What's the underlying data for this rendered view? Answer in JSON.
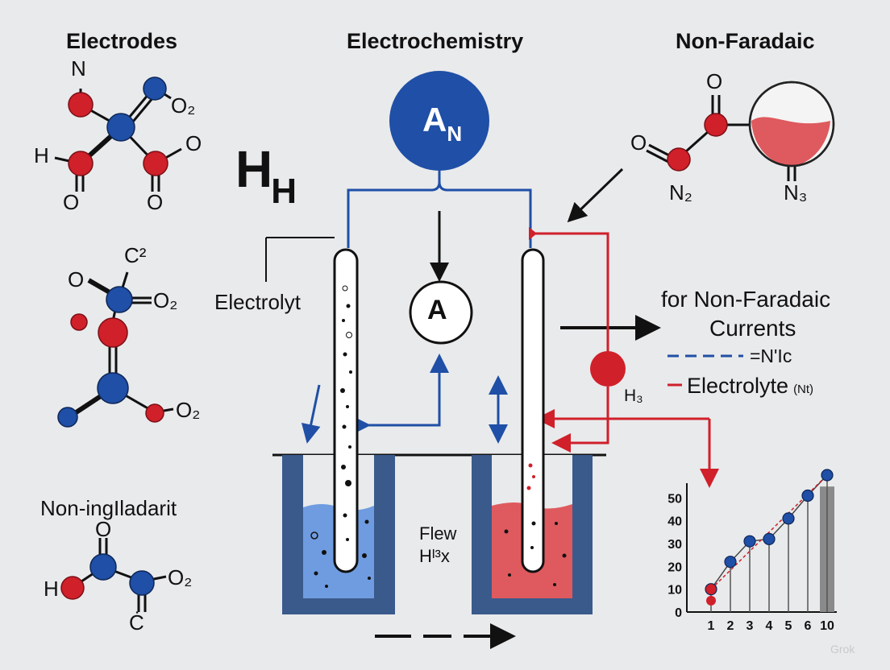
{
  "titles": {
    "electrodes": "Electrodes",
    "electrochemistry": "Electrochemistry",
    "non_faradaic": "Non-Faradaic",
    "non_ingl": "Non-ingIladarit"
  },
  "center": {
    "hh_main": "H",
    "hh_sub": "H",
    "electrolyt": "Electrolyt",
    "an_main": "A",
    "an_sub": "N",
    "ammeter": "A",
    "flew": "Flew",
    "hx": "Hᴵ³x"
  },
  "legend": {
    "heading_line1": "for Non-Faradaic",
    "heading_line2": "Currents",
    "dashed_label": "=N'Ic",
    "solid_label": "Electrolyte",
    "solid_suffix": "(Nt)",
    "h3": "H₃"
  },
  "molecule1": {
    "n": "N",
    "o2": "O₂",
    "h": "H",
    "o_right": "O",
    "o_bl": "O",
    "o_br": "O"
  },
  "molecule2": {
    "o": "O",
    "c2": "C²",
    "o2_top": "O₂",
    "o2_bot": "O₂"
  },
  "molecule3": {
    "o_top": "O",
    "h": "H",
    "o2": "O₂",
    "bottom": "Ċ"
  },
  "molecule4": {
    "o_top": "O",
    "o_left": "O",
    "n2": "N₂",
    "n3": "N₃"
  },
  "colors": {
    "blue": "#1f4fa6",
    "red": "#d0202a",
    "dark_blue": "#3a5a8c",
    "light_blue": "#6f9ce0",
    "light_red": "#de5a5e",
    "bar": "#8a8a8a"
  },
  "chart_data": {
    "type": "scatter",
    "title": "",
    "xlabel": "",
    "ylabel": "",
    "categories": [
      "1",
      "2",
      "3",
      "4",
      "5",
      "6",
      "10"
    ],
    "yticks": [
      "0",
      "10",
      "20",
      "30",
      "40",
      "50"
    ],
    "ylim": [
      0,
      60
    ],
    "series": [
      {
        "values": [
          10,
          22,
          31,
          32,
          41,
          51,
          60
        ],
        "color": "#1f4fa6"
      },
      {
        "values": [
          5
        ],
        "color": "#d0202a"
      }
    ],
    "bar": {
      "category": "10",
      "value": 55
    },
    "dashed_trend": {
      "from": 10,
      "to": 60
    }
  },
  "watermark": "Grok"
}
